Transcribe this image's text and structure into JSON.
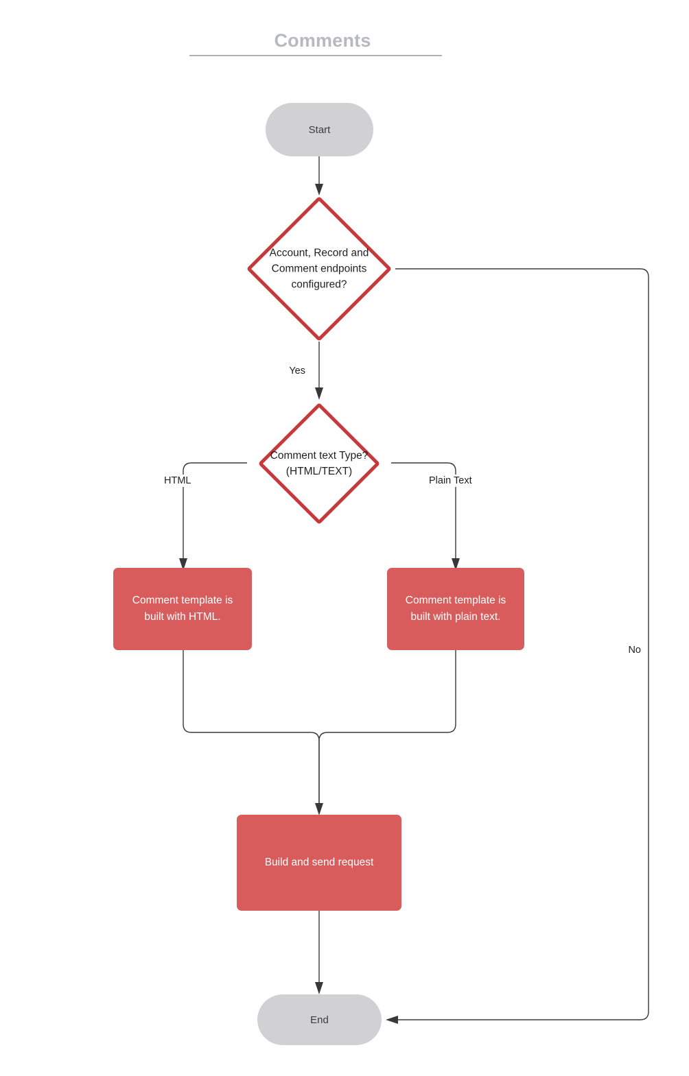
{
  "title": "Comments",
  "nodes": {
    "start": {
      "label": "Start",
      "shape": "terminator",
      "fill": "#d1d1d3"
    },
    "decision_endpoints": {
      "label": "Account, Record and\nComment endpoints\nconfigured?",
      "shape": "decision",
      "border": "#c5393a"
    },
    "decision_texttype": {
      "label": "Comment text Type?\n(HTML/TEXT)",
      "shape": "decision",
      "border": "#c5393a"
    },
    "process_html": {
      "label": "Comment  template is\nbuilt with HTML.",
      "shape": "process",
      "fill": "#d95c5c"
    },
    "process_plain": {
      "label": "Comment  template is\nbuilt with plain text.",
      "shape": "process",
      "fill": "#d95c5c"
    },
    "process_build": {
      "label": "Build and send request",
      "shape": "process",
      "fill": "#d95c5c"
    },
    "end": {
      "label": "End",
      "shape": "terminator",
      "fill": "#d1d1d3"
    }
  },
  "edge_labels": {
    "yes": "Yes",
    "no": "No",
    "html": "HTML",
    "plain_text": "Plain Text"
  },
  "colors": {
    "accent_red": "#d95c5c",
    "decision_border": "#c5393a",
    "terminator_gray": "#d1d1d3",
    "connector": "#36383a",
    "title_gray": "#b7b9c0",
    "background": "#ffffff"
  }
}
